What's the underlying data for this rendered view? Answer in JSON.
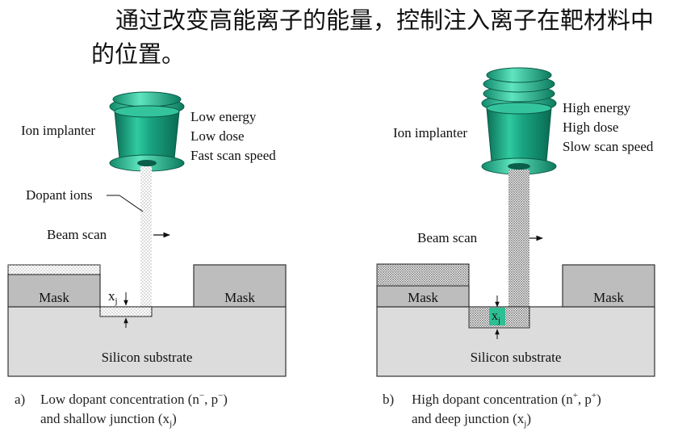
{
  "title": "通过改变高能离子的能量，控制注入离子在靶材料中的位置。",
  "panel_a": {
    "implanter_label": "Ion implanter",
    "params": [
      "Low energy",
      "Low dose",
      "Fast scan speed"
    ],
    "dopant_ions_label": "Dopant ions",
    "beam_scan_label": "Beam scan",
    "mask_left": "Mask",
    "mask_right": "Mask",
    "substrate": "Silicon substrate",
    "xj_label": "x",
    "xj_sub": "j",
    "caption_marker": "a)",
    "caption_line1_text": "Low dopant concentration (n",
    "caption_line1_sup1": "−",
    "caption_line1_mid": ", p",
    "caption_line1_sup2": "−",
    "caption_line1_end": ")",
    "caption_line2_text": "and shallow junction (x",
    "caption_line2_sub": "j",
    "caption_line2_end": ")"
  },
  "panel_b": {
    "implanter_label": "Ion implanter",
    "params": [
      "High energy",
      "High dose",
      "Slow scan speed"
    ],
    "beam_scan_label": "Beam scan",
    "mask_left": "Mask",
    "mask_right": "Mask",
    "substrate": "Silicon substrate",
    "xj_label": "x",
    "xj_sub": "j",
    "caption_marker": "b)",
    "caption_line1_text": "High dopant concentration (n",
    "caption_line1_sup1": "+",
    "caption_line1_mid": ", p",
    "caption_line1_sup2": "+",
    "caption_line1_end": ")",
    "caption_line2_text": "and deep junction (x",
    "caption_line2_sub": "j",
    "caption_line2_end": ")"
  },
  "colors": {
    "implanter_dark": "#0e7a60",
    "implanter_mid": "#1a9c7c",
    "implanter_light": "#48d8b0",
    "mask_gray": "#bdbdbd",
    "substrate_gray": "#dcdcdc",
    "junction_green": "#1fbf8f"
  }
}
